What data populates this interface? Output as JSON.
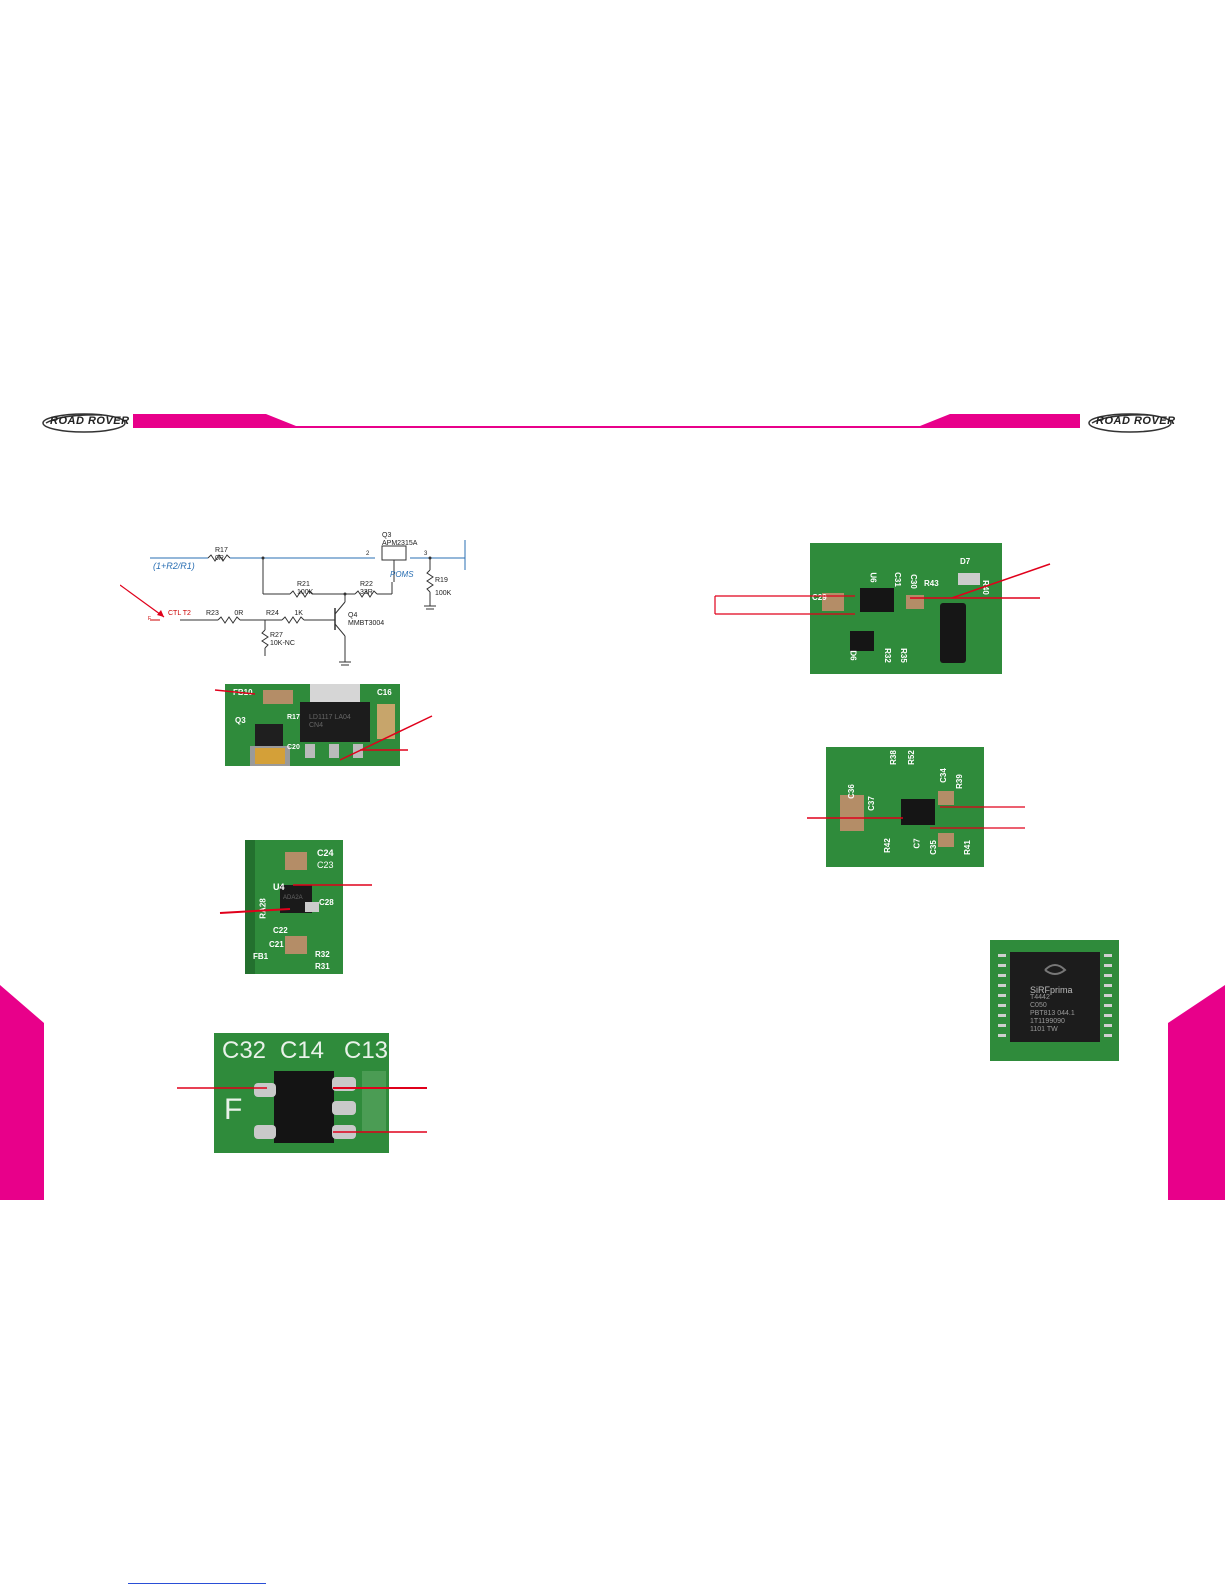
{
  "header": {
    "logo_left": "ROAD ROVER",
    "logo_right": "ROAD ROVER",
    "accent_color": "#e8008a"
  },
  "schematic": {
    "formula": "(1+R2/R1)",
    "part_labels": [
      {
        "ref": "R17",
        "value": "0R"
      },
      {
        "ref": "Q3",
        "value": "APM2315A"
      },
      {
        "ref": "R21",
        "value": "100K"
      },
      {
        "ref": "R22",
        "value": "33R"
      },
      {
        "ref": "R19",
        "value": "100K"
      },
      {
        "ref": "R23",
        "value": "0R"
      },
      {
        "ref": "R24",
        "value": "1K"
      },
      {
        "ref": "Q4",
        "value": "MMBT3004"
      },
      {
        "ref": "R27",
        "value": "10K-NC"
      }
    ],
    "signal": "CTL T2",
    "pin_labels": [
      "2",
      "3"
    ],
    "pmos_label": "POMS",
    "pin_f": "F"
  },
  "photos": {
    "p1_labels": [
      "FB10",
      "Q3",
      "C16",
      "C20",
      "R17"
    ],
    "p1_chip_text": "LD1117 LA04 CN4",
    "p2_labels": [
      "C24",
      "C23",
      "U4",
      "C28",
      "RA28",
      "C21",
      "C22",
      "FB1",
      "R32",
      "R31"
    ],
    "p2_chip_text": "ADA2A",
    "p3_labels": [
      "C32",
      "C14",
      "C13"
    ],
    "p3_side": "F",
    "p4_labels": [
      "U6",
      "C31",
      "C30",
      "R43",
      "D7",
      "R40",
      "C29",
      "D6",
      "R32",
      "R35"
    ],
    "p5_labels": [
      "R38",
      "R52",
      "C34",
      "R39",
      "C36",
      "C37",
      "R42",
      "C7",
      "C35",
      "R41"
    ],
    "p6_chip": [
      "SiRFprima",
      "T4442",
      "C050",
      "PBT813 044.1",
      "1T1199090",
      "1101 TW"
    ]
  },
  "colors": {
    "arrow": "#e0001b",
    "pcb": "#2e8a3a",
    "magenta": "#e8008a",
    "schematic_line": "#2a6fb3"
  }
}
